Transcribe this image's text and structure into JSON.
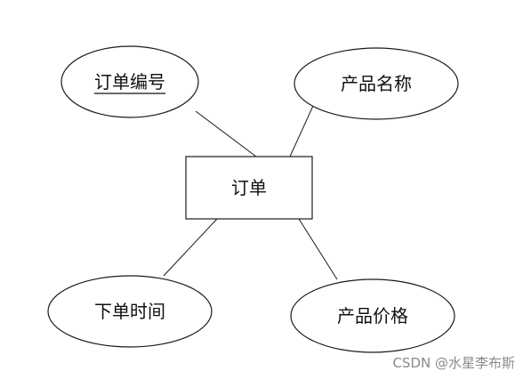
{
  "entity": {
    "label": "订单"
  },
  "attributes": [
    {
      "label": "订单编号",
      "primary_key": true
    },
    {
      "label": "产品名称",
      "primary_key": false
    },
    {
      "label": "下单时间",
      "primary_key": false
    },
    {
      "label": "产品价格",
      "primary_key": false
    }
  ],
  "watermark": {
    "text": "CSDN @水星李布斯"
  }
}
